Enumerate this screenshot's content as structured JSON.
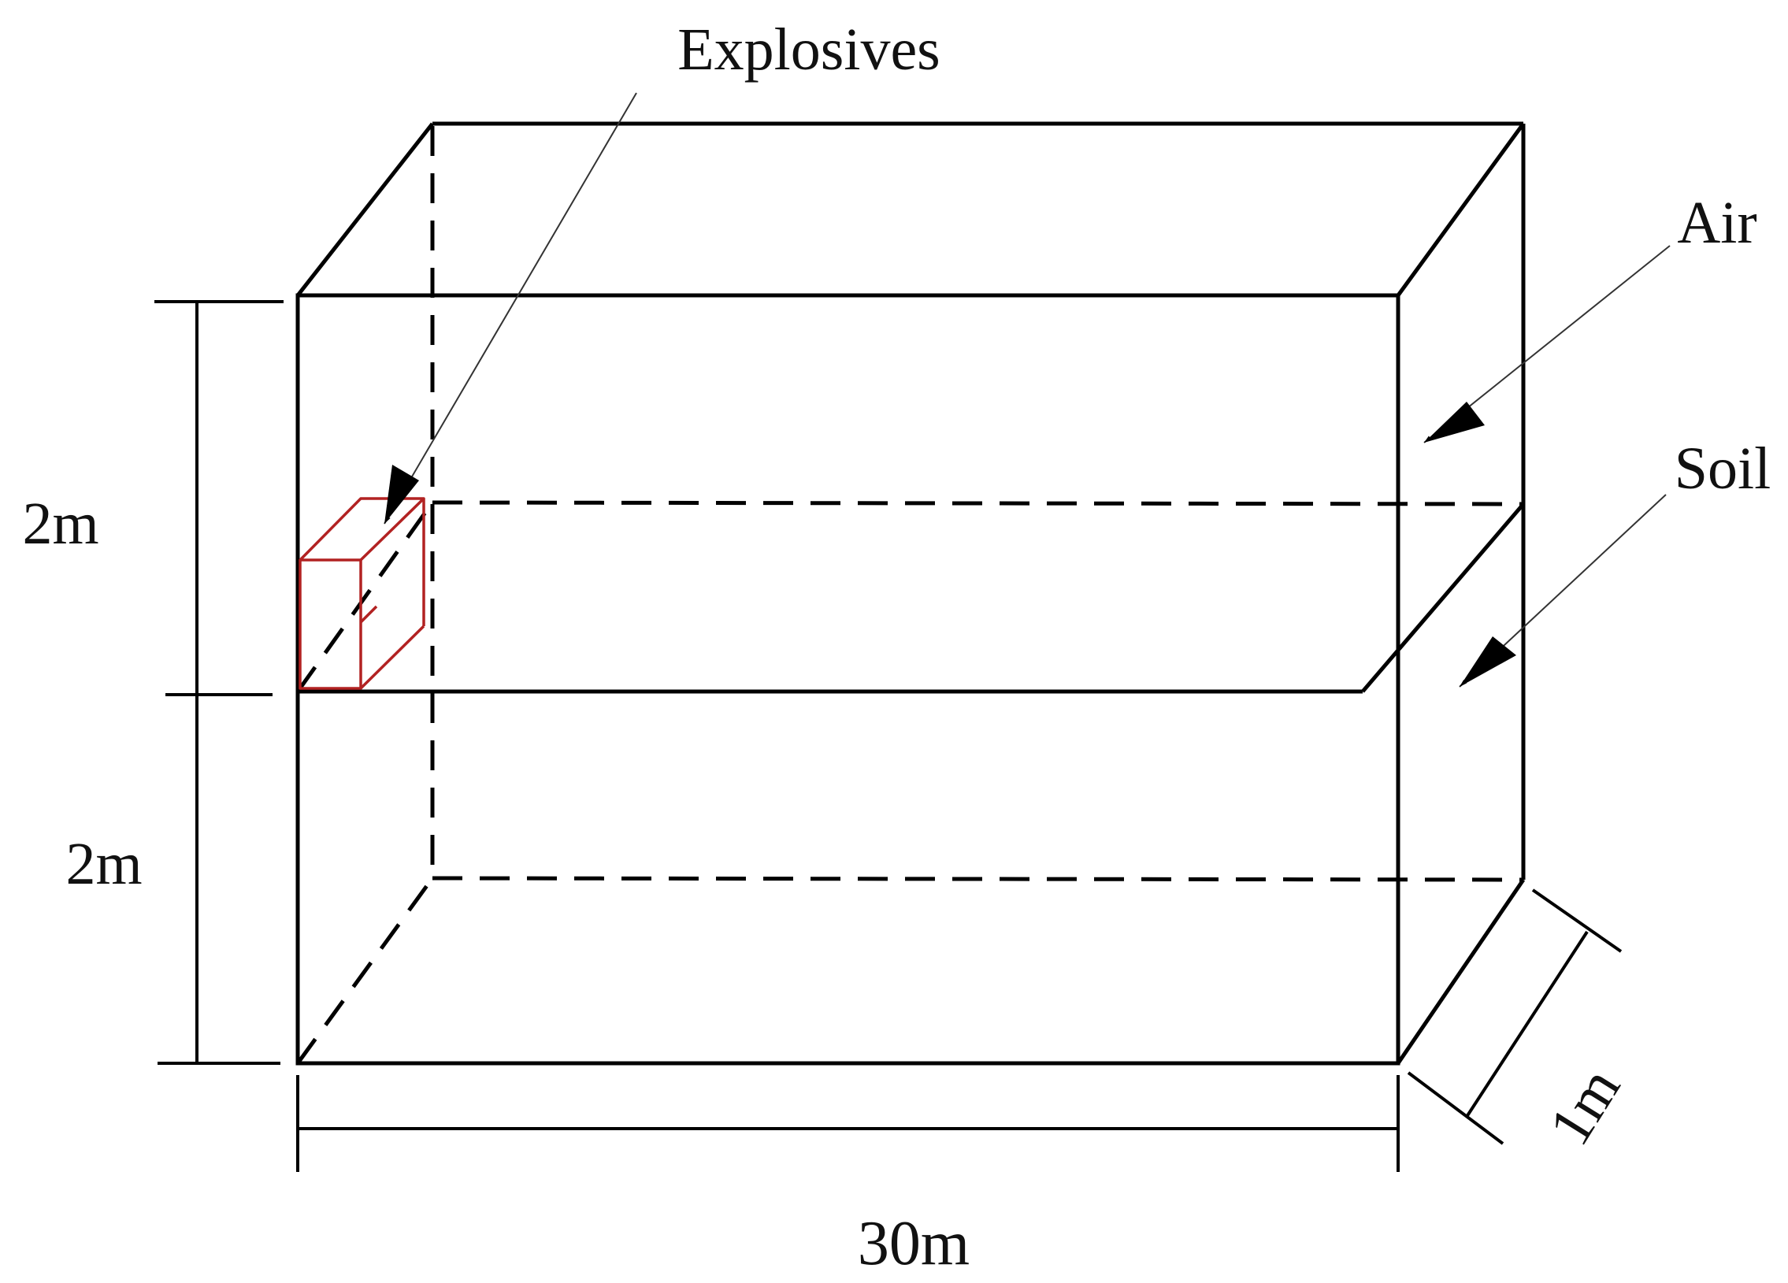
{
  "labels": {
    "explosives": "Explosives",
    "air": "Air",
    "soil": "Soil",
    "height_upper": "2m",
    "height_lower": "2m",
    "length": "30m",
    "width": "1m"
  },
  "colors": {
    "line": "#000000",
    "explosive": "#b22222",
    "leader": "#333333",
    "text": "#111111"
  }
}
